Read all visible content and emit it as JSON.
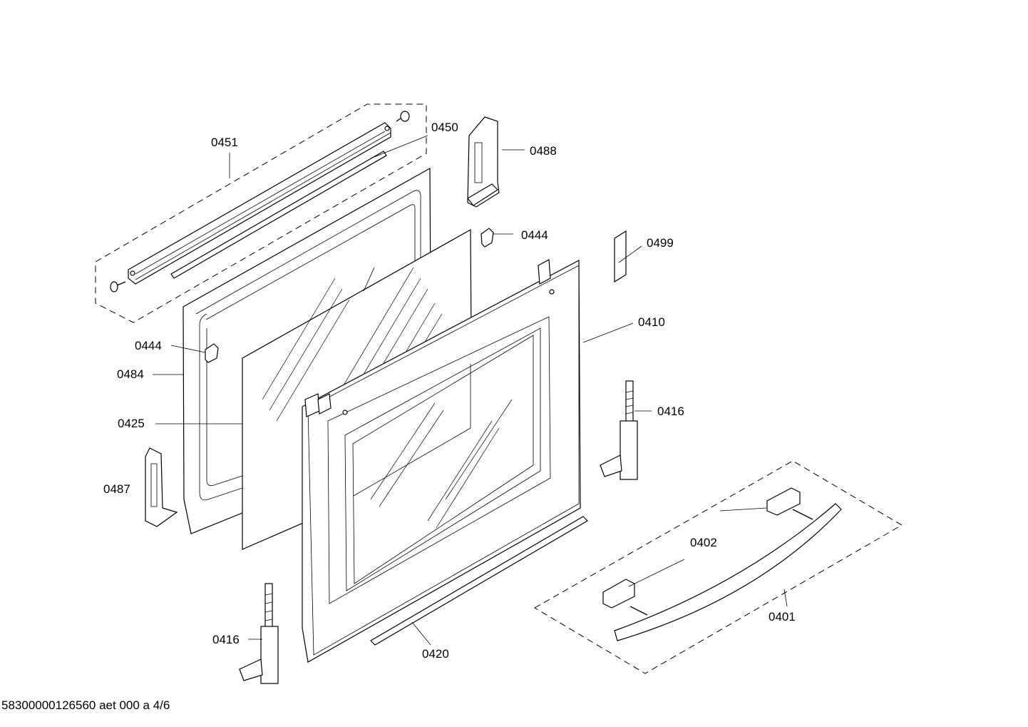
{
  "labels": {
    "l0451": "0451",
    "l0450": "0450",
    "l0488": "0488",
    "l0444a": "0444",
    "l0499": "0499",
    "l0410": "0410",
    "l0444b": "0444",
    "l0484": "0484",
    "l0425": "0425",
    "l0416a": "0416",
    "l0487": "0487",
    "l0402": "0402",
    "l0401": "0401",
    "l0416b": "0416",
    "l0420": "0420"
  },
  "footer": "58300000126560 aet 000 a 4/6"
}
